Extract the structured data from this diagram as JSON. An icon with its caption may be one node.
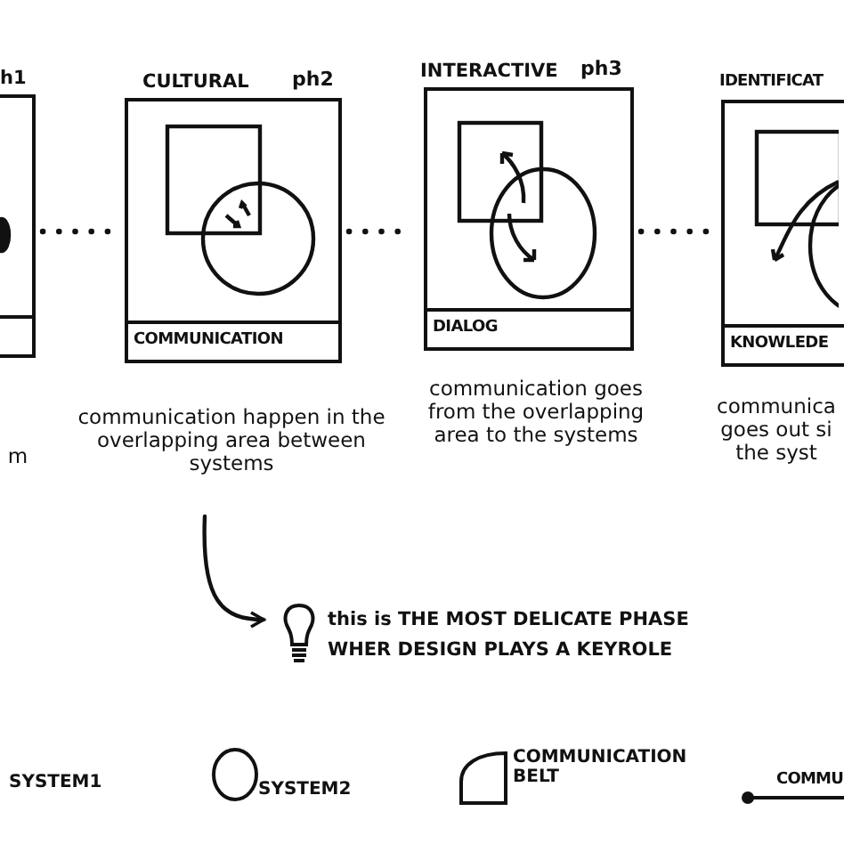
{
  "diagram": {
    "nodes": [
      {
        "text": [
          "h1"
        ]
      },
      {
        "text": [],
        "shape": "bar",
        "in": 0
      },
      {
        "text": [
          "CULTURAL",
          "ph2"
        ]
      },
      {
        "text": [
          "COMMUNICATION"
        ],
        "in": 2
      },
      {
        "text": [
          "INTERACTIVE",
          "ph3"
        ]
      },
      {
        "text": [
          "DIALOG"
        ],
        "in": 4
      },
      {
        "text": [
          "IDENTIFICAT"
        ]
      },
      {
        "text": [
          "KNOWLEDE"
        ],
        "in": 6
      },
      {
        "text": [
          "m"
        ]
      },
      {
        "text": [
          "communication happen in the overlapping area between systems"
        ]
      },
      {
        "text": [
          "communication goes from the overlapping area to the systems"
        ]
      },
      {
        "text": [
          "communica goes out si the syst"
        ]
      },
      {
        "text": [
          "this is THE MOST DELICATE PHASE WHER DESIGN PLAYS A KEYROLE"
        ]
      }
    ],
    "edges": [
      {
        "from": 0,
        "to": 2,
        "arrow": "none",
        "style": "dashed"
      },
      {
        "from": 2,
        "to": 4,
        "arrow": "none",
        "style": "dashed"
      },
      {
        "from": 4,
        "to": 6,
        "arrow": "none",
        "style": "dashed"
      },
      {
        "from": 9,
        "to": 12,
        "arrow": "to"
      }
    ],
    "legend": [
      {
        "text": "SYSTEM1"
      },
      {
        "text": "SYSTEM2"
      },
      {
        "text": "COMMUNICATION BELT"
      },
      {
        "text": "COMMU"
      }
    ]
  }
}
